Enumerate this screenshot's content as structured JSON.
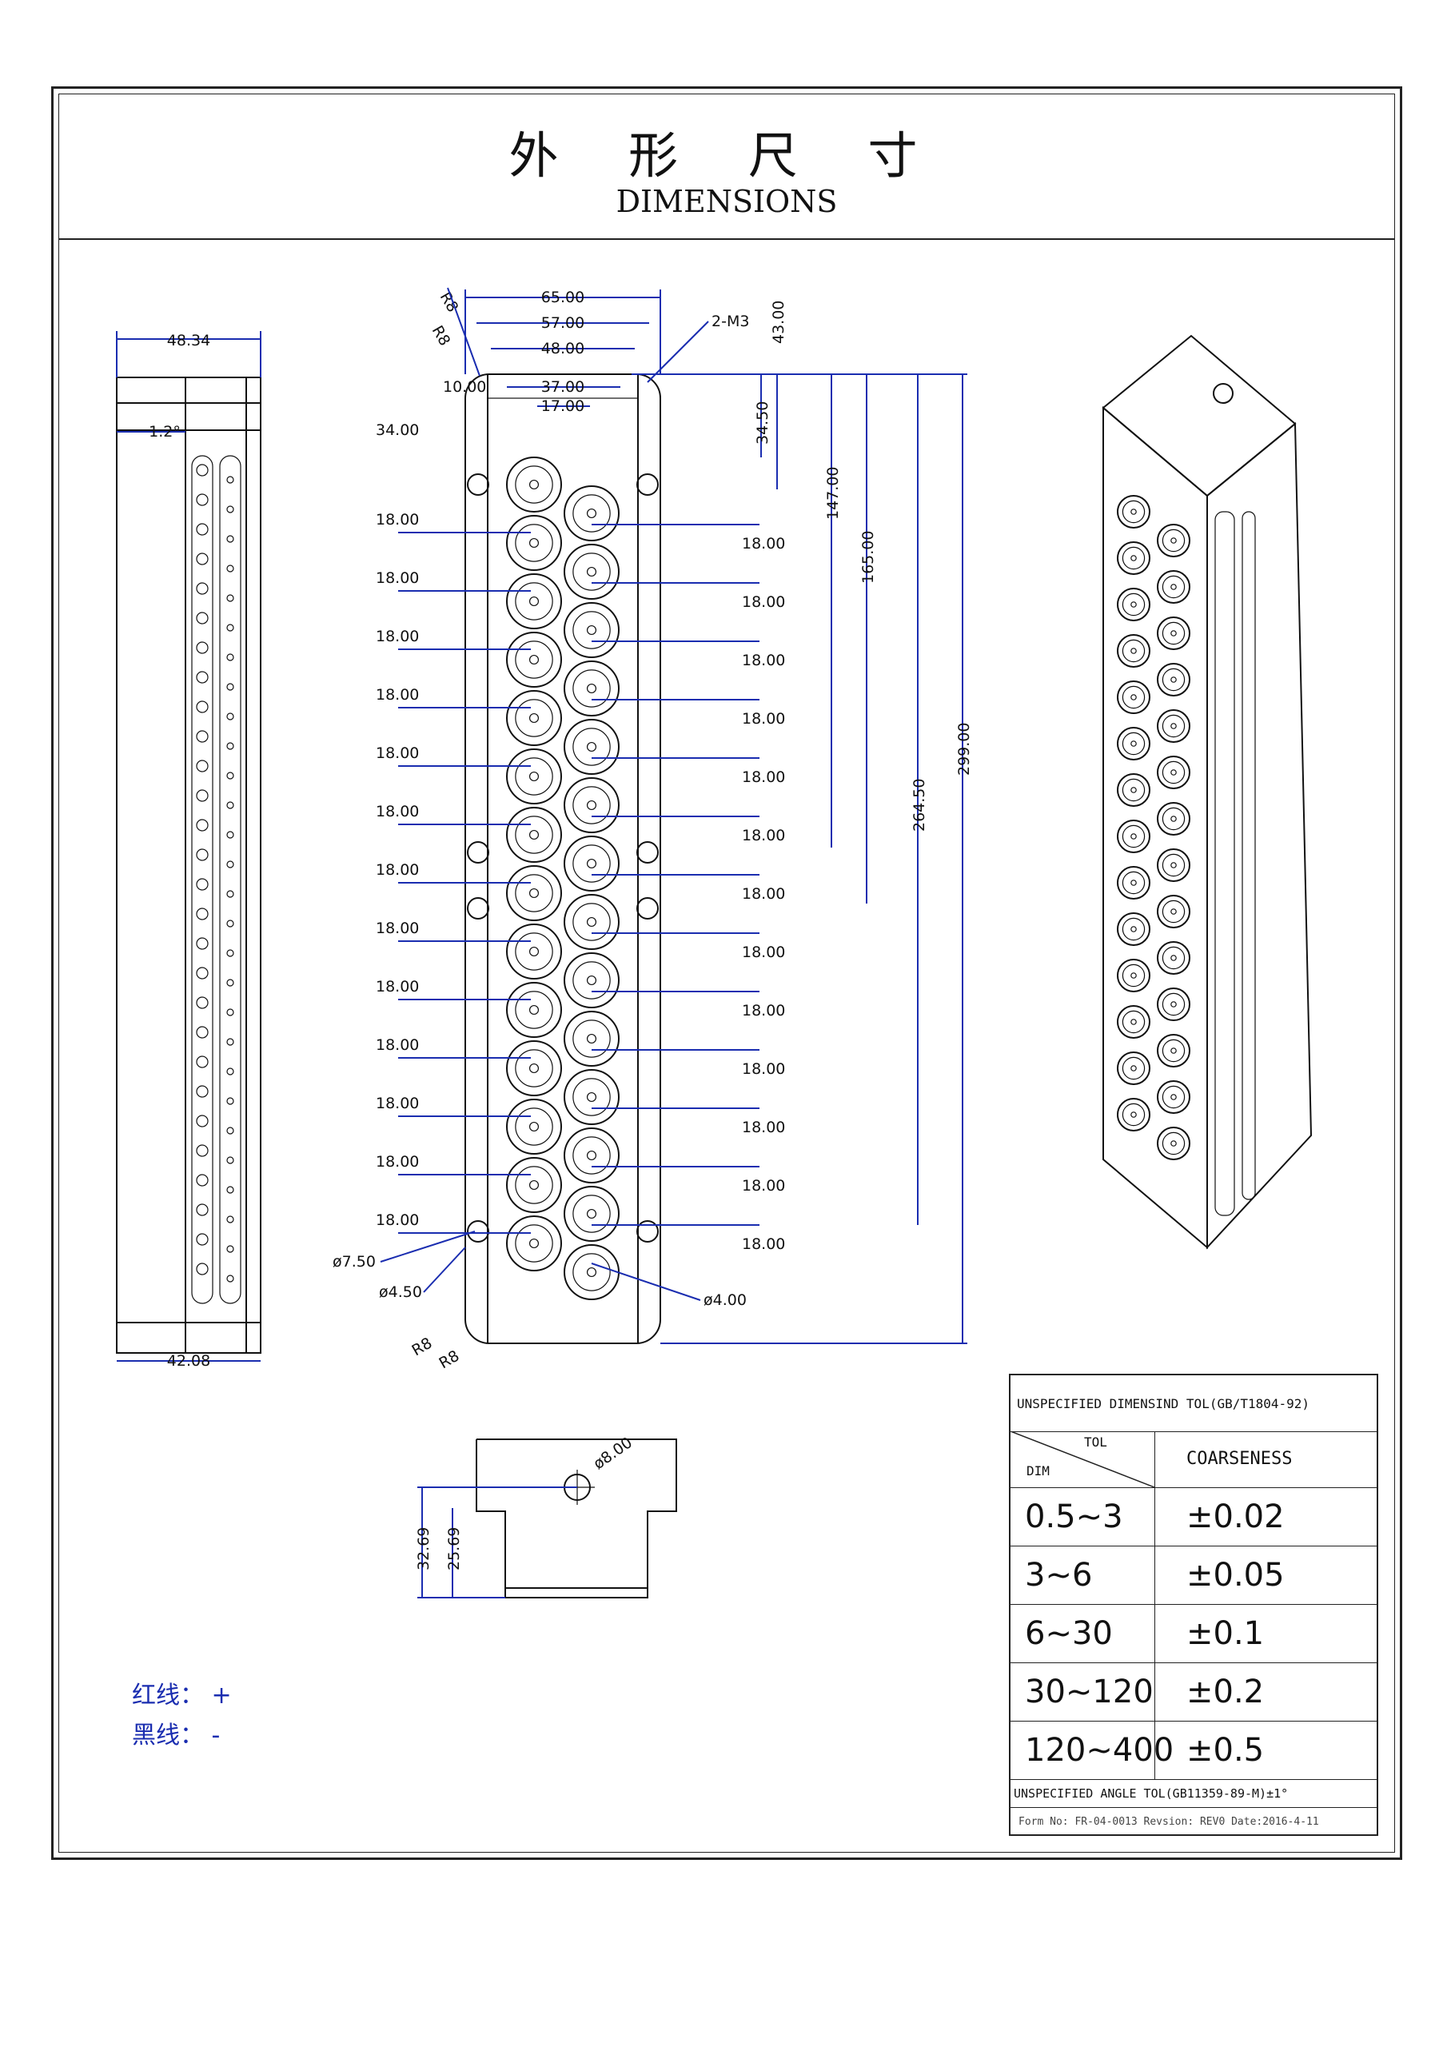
{
  "title": {
    "cn": "外 形 尺 寸",
    "en": "DIMENSIONS"
  },
  "side_view": {
    "top_width": "48.34",
    "bottom_width": "42.08",
    "angle": "1.2°"
  },
  "front_view": {
    "corner_radius": "R8",
    "widths": [
      "65.00",
      "57.00",
      "48.00",
      "37.00",
      "17.00"
    ],
    "side_offset": "10.00",
    "top_offset": "34.00",
    "thread": "2-M3",
    "pitch": "18.00",
    "right_dims": [
      "43.00",
      "34.50",
      "147.00",
      "165.00",
      "264.50",
      "299.00"
    ],
    "hole_large": "ø7.50",
    "hole_medium": "ø4.50",
    "hole_small": "ø4.00"
  },
  "bottom_view": {
    "hole": "ø8.00",
    "dims": [
      "32.69",
      "25.69"
    ]
  },
  "legend": {
    "red": "红线：  +",
    "black": "黑线：  -"
  },
  "tolerance_table": {
    "title": "UNSPECIFIED DIMENSIND TOL(GB/T1804-92)",
    "header_tol": "TOL",
    "header_dim": "DIM",
    "header_coarse": "COARSENESS",
    "rows": [
      {
        "dim": "0.5~3",
        "tol": "±0.02"
      },
      {
        "dim": "3~6",
        "tol": "±0.05"
      },
      {
        "dim": "6~30",
        "tol": "±0.1"
      },
      {
        "dim": "30~120",
        "tol": "±0.2"
      },
      {
        "dim": "120~400",
        "tol": "±0.5"
      }
    ],
    "angle_tol": "UNSPECIFIED ANGLE TOL(GB11359-89-M)±1°",
    "form": "Form No: FR-04-0013 Revsion: REV0 Date:2016-4-11"
  },
  "colors": {
    "dimension_line": "#1a2db0",
    "outline": "#111111"
  }
}
